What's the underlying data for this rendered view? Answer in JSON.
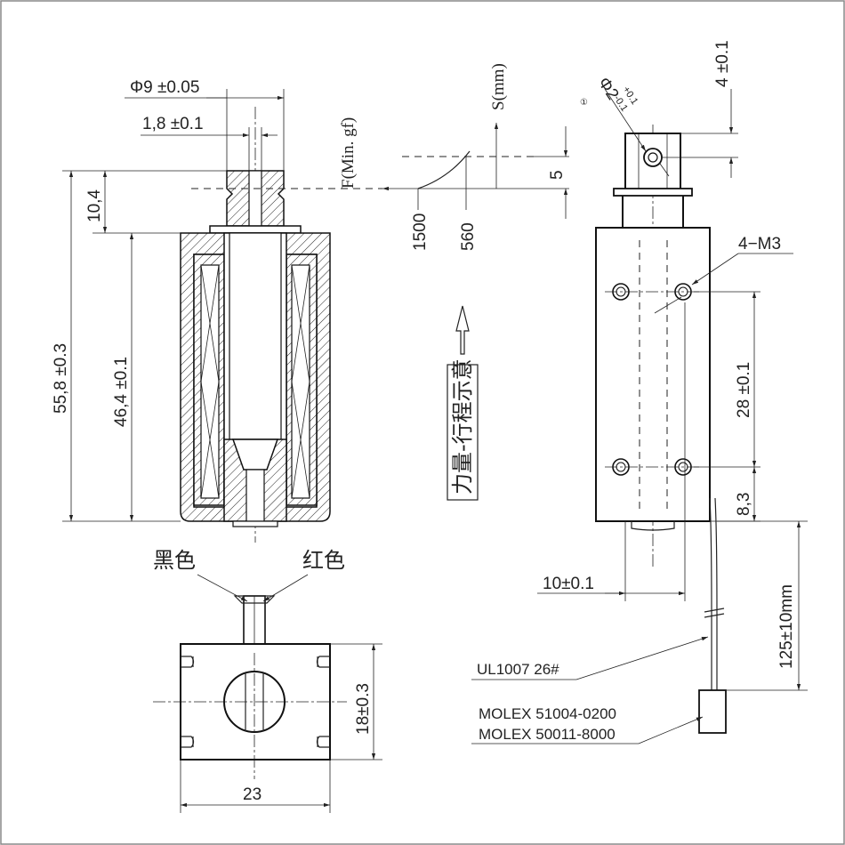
{
  "colors": {
    "line": "#222222",
    "background": "#ffffff",
    "border": "#888888"
  },
  "front_view": {
    "dim_diameter": "Φ9 ±0.05",
    "dim_shaft": "1,8 ±0.1",
    "dim_top": "10,4",
    "dim_total": "55,8 ±0.3",
    "dim_body": "46,4 ±0.1"
  },
  "force_stroke": {
    "y_label": "F(Min. gf)",
    "x_label": "S(mm)",
    "stroke_value": "5",
    "force_start": "1500",
    "force_end": "560",
    "legend": "力量-行程示意"
  },
  "side_view": {
    "dim_top": "4 ±0.1",
    "dim_pin": "Φ2",
    "dim_pin_tol": "+0.1",
    "dim_pin_tol2": "-0.1",
    "circle_mark": "①",
    "thread": "4−M3",
    "dim_holes": "28 ±0.1",
    "dim_bottom": "8,3",
    "dim_width": "10±0.1",
    "dim_lead": "125±10mm",
    "wire": "UL1007 26#",
    "connector_1": "MOLEX 51004-0200",
    "connector_2": "MOLEX 50011-8000"
  },
  "bottom_view": {
    "lead_black": "黑色",
    "lead_red": "红色",
    "dim_height": "18±0.3",
    "dim_width": "23"
  }
}
